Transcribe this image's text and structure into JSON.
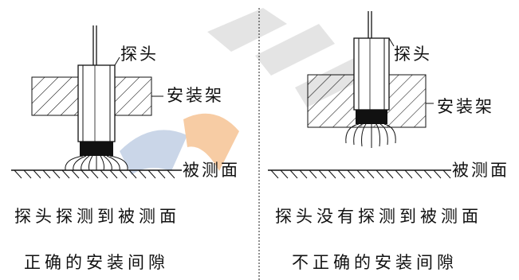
{
  "left_panel": {
    "probe_label": "探头",
    "mount_label": "安装架",
    "surface_label": "被测面",
    "status_caption": "探头探测到被测面",
    "result_caption": "正确的安装间隙"
  },
  "right_panel": {
    "probe_label": "探头",
    "mount_label": "安装架",
    "surface_label": "被测面",
    "status_caption": "探头没有探测到被测面",
    "result_caption": "不正确的安装间隙"
  },
  "colors": {
    "ink": "#111111",
    "watermark_blue": "#9fb6d6",
    "watermark_orange": "#f2a35a",
    "watermark_gray": "#cfcfcf"
  }
}
